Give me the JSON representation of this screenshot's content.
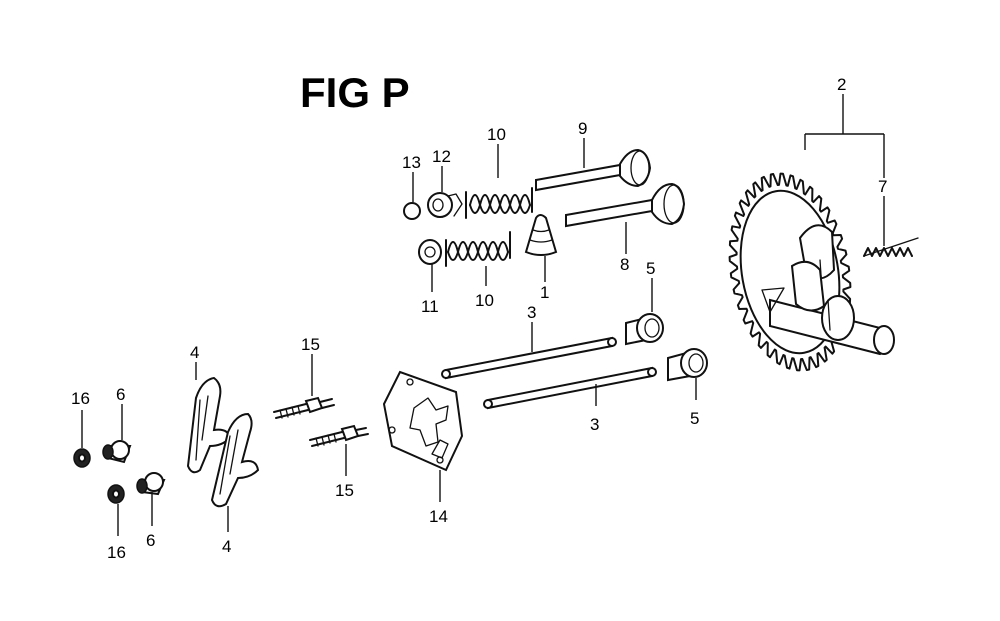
{
  "figure": {
    "title": "FIG P"
  },
  "callouts": [
    {
      "id": "c1",
      "label": "1"
    },
    {
      "id": "c2",
      "label": "2"
    },
    {
      "id": "c3a",
      "label": "3"
    },
    {
      "id": "c3b",
      "label": "3"
    },
    {
      "id": "c4a",
      "label": "4"
    },
    {
      "id": "c4b",
      "label": "4"
    },
    {
      "id": "c5a",
      "label": "5"
    },
    {
      "id": "c5b",
      "label": "5"
    },
    {
      "id": "c6a",
      "label": "6"
    },
    {
      "id": "c6b",
      "label": "6"
    },
    {
      "id": "c7",
      "label": "7"
    },
    {
      "id": "c8",
      "label": "8"
    },
    {
      "id": "c9",
      "label": "9"
    },
    {
      "id": "c10a",
      "label": "10"
    },
    {
      "id": "c10b",
      "label": "10"
    },
    {
      "id": "c11",
      "label": "11"
    },
    {
      "id": "c12",
      "label": "12"
    },
    {
      "id": "c13",
      "label": "13"
    },
    {
      "id": "c14",
      "label": "14"
    },
    {
      "id": "c15a",
      "label": "15"
    },
    {
      "id": "c15b",
      "label": "15"
    },
    {
      "id": "c16a",
      "label": "16"
    },
    {
      "id": "c16b",
      "label": "16"
    }
  ]
}
